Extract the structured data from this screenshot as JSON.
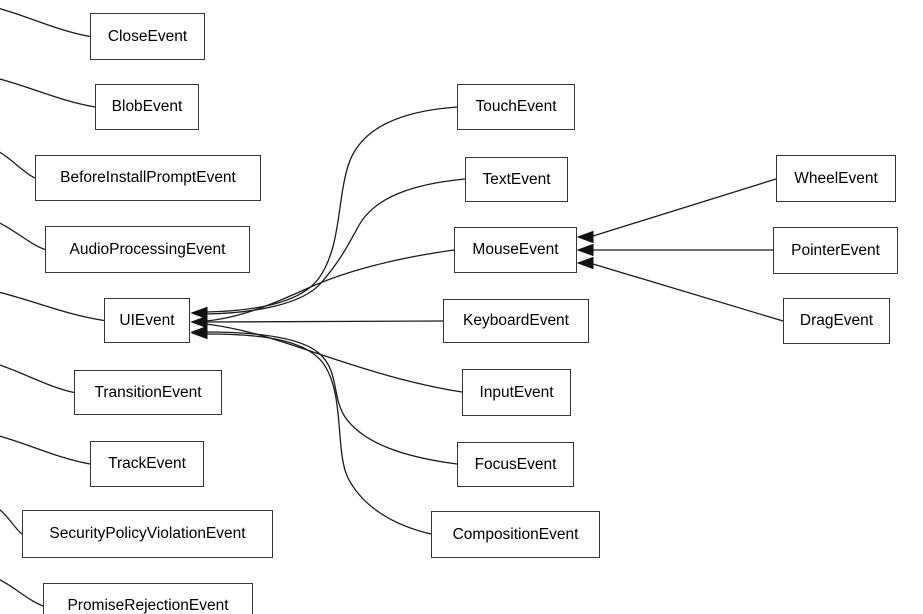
{
  "diagram": {
    "type": "inheritance-graph",
    "nodes": [
      {
        "id": "CloseEvent",
        "label": "CloseEvent"
      },
      {
        "id": "BlobEvent",
        "label": "BlobEvent"
      },
      {
        "id": "BeforeInstallPromptEvent",
        "label": "BeforeInstallPromptEvent"
      },
      {
        "id": "AudioProcessingEvent",
        "label": "AudioProcessingEvent"
      },
      {
        "id": "UIEvent",
        "label": "UIEvent"
      },
      {
        "id": "TransitionEvent",
        "label": "TransitionEvent"
      },
      {
        "id": "TrackEvent",
        "label": "TrackEvent"
      },
      {
        "id": "SecurityPolicyViolationEvent",
        "label": "SecurityPolicyViolationEvent"
      },
      {
        "id": "PromiseRejectionEvent",
        "label": "PromiseRejectionEvent"
      },
      {
        "id": "TouchEvent",
        "label": "TouchEvent"
      },
      {
        "id": "TextEvent",
        "label": "TextEvent"
      },
      {
        "id": "MouseEvent",
        "label": "MouseEvent"
      },
      {
        "id": "KeyboardEvent",
        "label": "KeyboardEvent"
      },
      {
        "id": "InputEvent",
        "label": "InputEvent"
      },
      {
        "id": "FocusEvent",
        "label": "FocusEvent"
      },
      {
        "id": "CompositionEvent",
        "label": "CompositionEvent"
      },
      {
        "id": "WheelEvent",
        "label": "WheelEvent"
      },
      {
        "id": "PointerEvent",
        "label": "PointerEvent"
      },
      {
        "id": "DragEvent",
        "label": "DragEvent"
      }
    ],
    "edges": [
      {
        "from": "TouchEvent",
        "to": "UIEvent",
        "arrow": true
      },
      {
        "from": "TextEvent",
        "to": "UIEvent",
        "arrow": true
      },
      {
        "from": "MouseEvent",
        "to": "UIEvent",
        "arrow": true
      },
      {
        "from": "KeyboardEvent",
        "to": "UIEvent",
        "arrow": true
      },
      {
        "from": "InputEvent",
        "to": "UIEvent",
        "arrow": true
      },
      {
        "from": "FocusEvent",
        "to": "UIEvent",
        "arrow": true
      },
      {
        "from": "CompositionEvent",
        "to": "UIEvent",
        "arrow": true
      },
      {
        "from": "WheelEvent",
        "to": "MouseEvent",
        "arrow": true
      },
      {
        "from": "PointerEvent",
        "to": "MouseEvent",
        "arrow": true
      },
      {
        "from": "DragEvent",
        "to": "MouseEvent",
        "arrow": true
      },
      {
        "from": "CloseEvent",
        "to": "offscreen-left",
        "arrow": false
      },
      {
        "from": "BlobEvent",
        "to": "offscreen-left",
        "arrow": false
      },
      {
        "from": "BeforeInstallPromptEvent",
        "to": "offscreen-left",
        "arrow": false
      },
      {
        "from": "AudioProcessingEvent",
        "to": "offscreen-left",
        "arrow": false
      },
      {
        "from": "UIEvent",
        "to": "offscreen-left",
        "arrow": false
      },
      {
        "from": "TransitionEvent",
        "to": "offscreen-left",
        "arrow": false
      },
      {
        "from": "TrackEvent",
        "to": "offscreen-left",
        "arrow": false
      },
      {
        "from": "SecurityPolicyViolationEvent",
        "to": "offscreen-left",
        "arrow": false
      },
      {
        "from": "PromiseRejectionEvent",
        "to": "offscreen-left",
        "arrow": false
      }
    ],
    "colors": {
      "background": "#ffffff",
      "node_fill": "#ffffff",
      "node_border": "#363636",
      "edge": "#1c1c1c",
      "text": "#000000"
    }
  }
}
